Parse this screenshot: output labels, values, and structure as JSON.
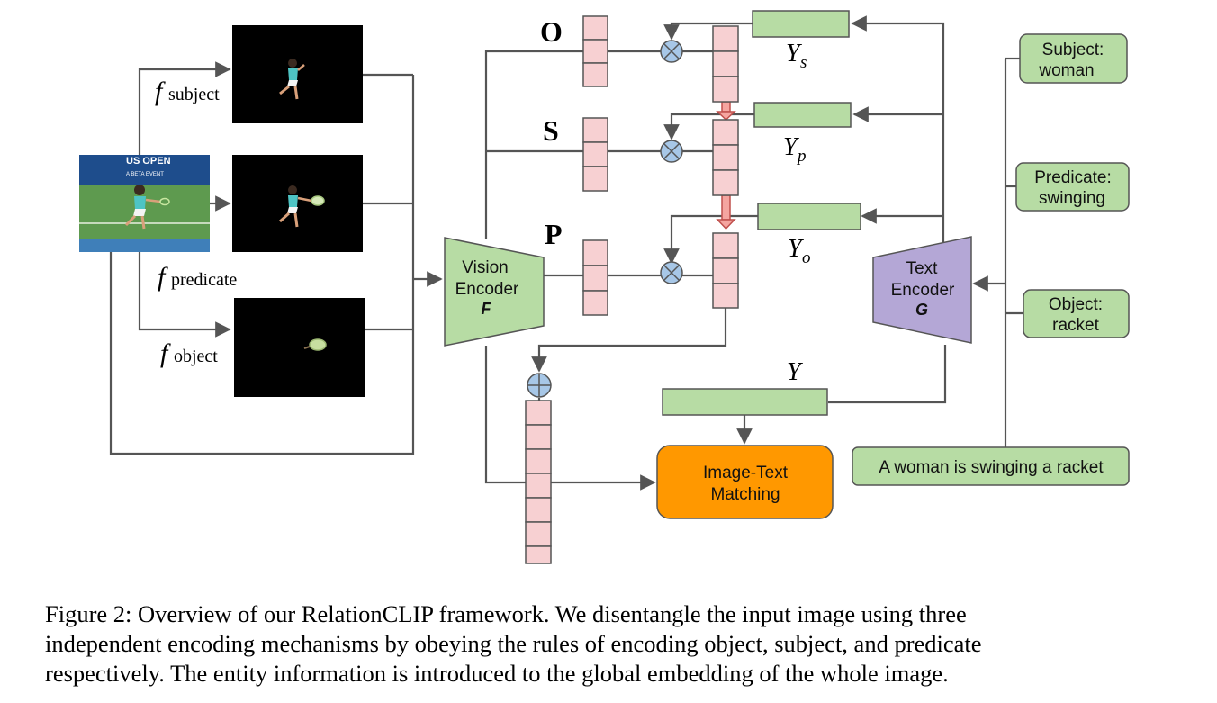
{
  "diagram": {
    "labels": {
      "f_letter": "f",
      "sub_subject": "subject",
      "sub_predicate": "predicate",
      "sub_object": "object",
      "row_o": "O",
      "row_s": "S",
      "row_p": "P",
      "y_letter": "Y",
      "y_sub_s": "s",
      "y_sub_p": "p",
      "y_sub_o": "o",
      "y_global": "Y"
    },
    "photo": {
      "banner_text": "US OPEN",
      "banner_subtext": "A BETA EVENT"
    },
    "vision_encoder": {
      "line1": "Vision",
      "line2": "Encoder",
      "symbol": "F"
    },
    "text_encoder": {
      "line1": "Text",
      "line2": "Encoder",
      "symbol": "G"
    },
    "text_inputs": {
      "subject": {
        "line1": "Subject:",
        "line2": "woman"
      },
      "predicate": {
        "line1": "Predicate:",
        "line2": "swinging"
      },
      "object": {
        "line1": "Object:",
        "line2": "racket"
      },
      "sentence": "A woman is swinging a racket"
    },
    "matching": {
      "line1": "Image-Text",
      "line2": "Matching"
    },
    "colors": {
      "green": "#b7dca4",
      "pink": "#f7d0d2",
      "purple": "#b4a7d6",
      "orange": "#ff9800",
      "blue_op": "#a7c7e7",
      "line": "#555555"
    }
  },
  "caption": {
    "line1": "Figure 2: Overview of our RelationCLIP framework. We disentangle the input image using three",
    "line2": "independent encoding mechanisms by obeying the rules of encoding object, subject, and predicate",
    "line3": "respectively. The entity information is introduced to the global embedding of the whole image."
  }
}
